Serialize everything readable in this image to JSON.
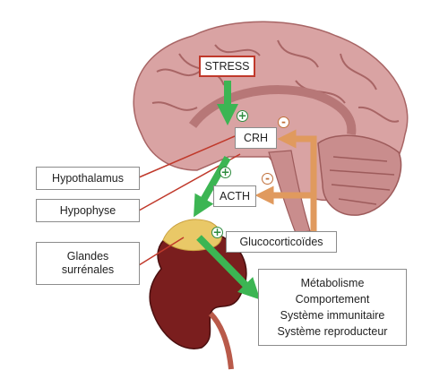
{
  "labels": {
    "stress": "STRESS",
    "crh": "CRH",
    "acth": "ACTH",
    "glucocorticoides": "Glucocorticoïdes",
    "hypothalamus": "Hypothalamus",
    "hypophyse": "Hypophyse",
    "glandes_line1": "Glandes",
    "glandes_line2": "surrénales",
    "effects": [
      "Métabolisme",
      "Comportement",
      "Système immunitaire",
      "Système reproducteur"
    ]
  },
  "signs": {
    "plus": "+",
    "minus": "-"
  },
  "colors": {
    "stimulation_arrow": "#3cb553",
    "feedback_arrow": "#e09a5e",
    "pointer_line": "#c0392b",
    "stress_border": "#c0392b",
    "brain": "#d39a9a",
    "kidney": "#7a1e1e",
    "adrenal_gland": "#e9c867"
  },
  "icons": [
    "brain-illustration",
    "kidney-illustration",
    "adrenal-gland-illustration"
  ]
}
